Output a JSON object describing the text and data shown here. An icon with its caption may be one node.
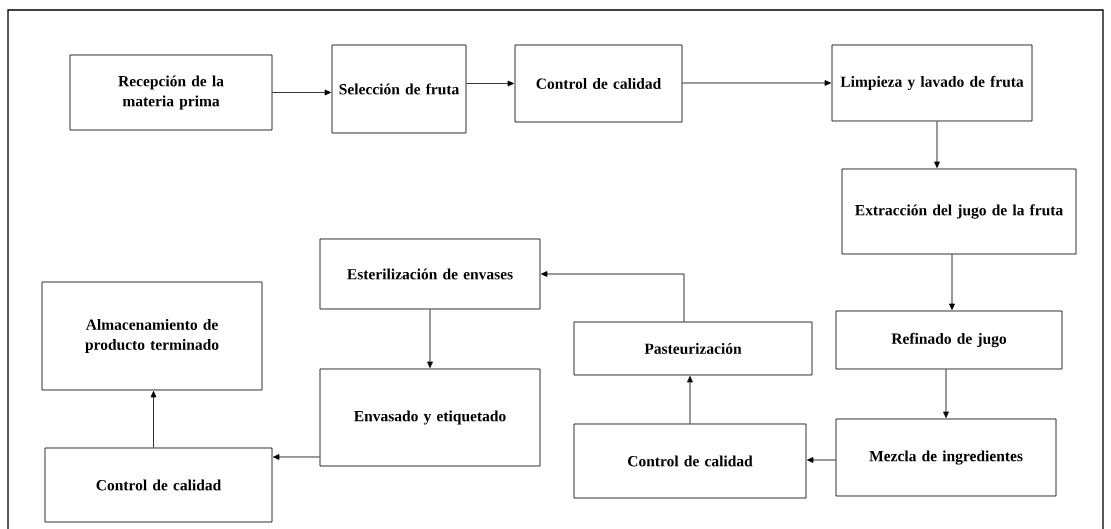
{
  "diagram": {
    "nodes": [
      {
        "text": [
          "Recepción de la materia prima"
        ]
      },
      {
        "text": [
          "Selección de fruta"
        ]
      },
      {
        "text": [
          "Control de calidad"
        ]
      },
      {
        "text": [
          "Limpieza y lavado de fruta"
        ]
      },
      {
        "text": [
          "Extracción del jugo de la fruta"
        ]
      },
      {
        "text": [
          "Refinado de jugo"
        ]
      },
      {
        "text": [
          "Mezcla de ingredientes"
        ]
      },
      {
        "text": [
          "Control de calidad"
        ]
      },
      {
        "text": [
          "Pasteurización"
        ]
      },
      {
        "text": [
          "Esterilización de envases"
        ]
      },
      {
        "text": [
          "Envasado y etiquetado"
        ]
      },
      {
        "text": [
          "Almacenamiento de producto terminado"
        ]
      },
      {
        "text": [
          "Control de calidad"
        ]
      }
    ],
    "edges": [
      {
        "from": 0,
        "to": 1,
        "arrow": "to"
      },
      {
        "from": 1,
        "to": 2,
        "arrow": "to"
      },
      {
        "from": 2,
        "to": 3,
        "arrow": "to"
      },
      {
        "from": 3,
        "to": 4,
        "arrow": "to"
      },
      {
        "from": 4,
        "to": 5,
        "arrow": "to"
      },
      {
        "from": 5,
        "to": 6,
        "arrow": "to"
      },
      {
        "from": 6,
        "to": 7,
        "arrow": "to"
      },
      {
        "from": 7,
        "to": 8,
        "arrow": "to"
      },
      {
        "from": 8,
        "to": 9,
        "arrow": "to"
      },
      {
        "from": 9,
        "to": 10,
        "arrow": "to"
      },
      {
        "from": 10,
        "to": 12,
        "arrow": "to"
      },
      {
        "from": 12,
        "to": 11,
        "arrow": "to"
      }
    ]
  }
}
